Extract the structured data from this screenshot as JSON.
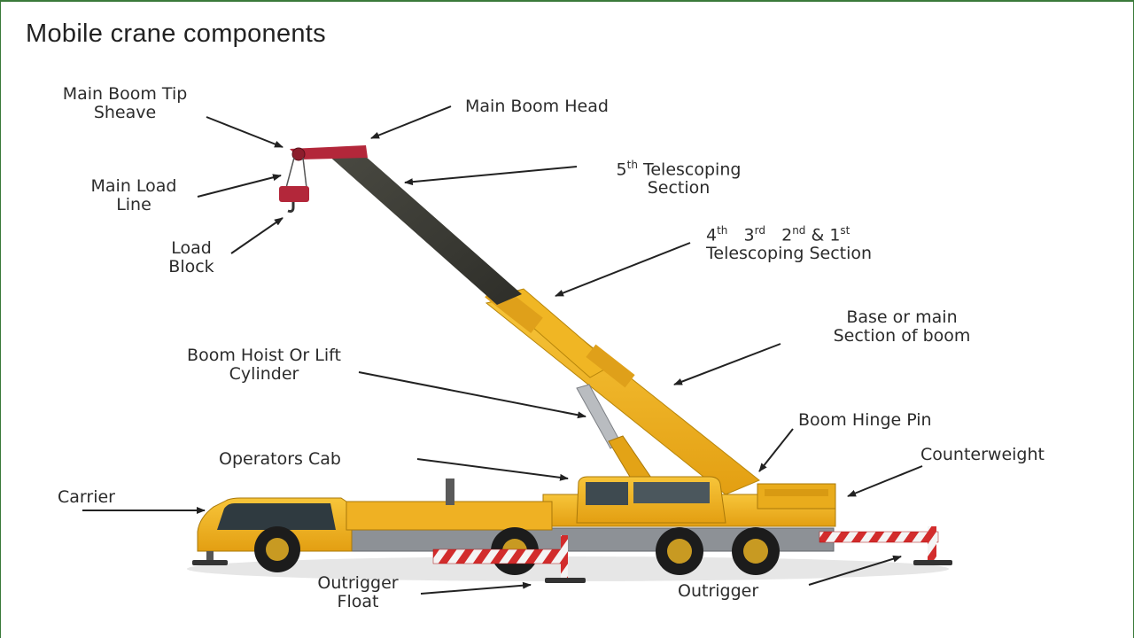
{
  "title": "Mobile crane components",
  "labels": {
    "tip_sheave": [
      "Main Boom Tip",
      "Sheave"
    ],
    "boom_head": "Main Boom Head",
    "fifth_section": {
      "num": "5",
      "sup": "th",
      "rest1": " Telescoping",
      "line2": "Section"
    },
    "load_line": [
      "Main Load",
      "Line"
    ],
    "load_block": [
      "Load",
      "Block"
    ],
    "other_sections": {
      "parts": [
        {
          "num": "4",
          "sup": "th"
        },
        {
          "num": "3",
          "sup": "rd"
        },
        {
          "num": "2",
          "sup": "nd"
        },
        {
          "num": "& 1",
          "sup": "st"
        }
      ],
      "line2": "Telescoping Section"
    },
    "base_section": [
      "Base or main",
      "Section of boom"
    ],
    "hoist_cylinder": [
      "Boom Hoist Or Lift",
      "Cylinder"
    ],
    "hinge_pin": "Boom Hinge Pin",
    "operators_cab": "Operators Cab",
    "counterweight": "Counterweight",
    "carrier": "Carrier",
    "outrigger_float": [
      "Outrigger",
      "Float"
    ],
    "outrigger": "Outrigger"
  },
  "colors": {
    "crane_yellow": "#f2b21c",
    "crane_yellow_dark": "#c98d0d",
    "boom_dark": "#3d3d36",
    "hook_red": "#b3273a",
    "stripe_red": "#d22c2c",
    "tire": "#1c1c1c",
    "rim": "#c89a22",
    "frame_grey": "#8d9196",
    "arrow": "#222222"
  }
}
